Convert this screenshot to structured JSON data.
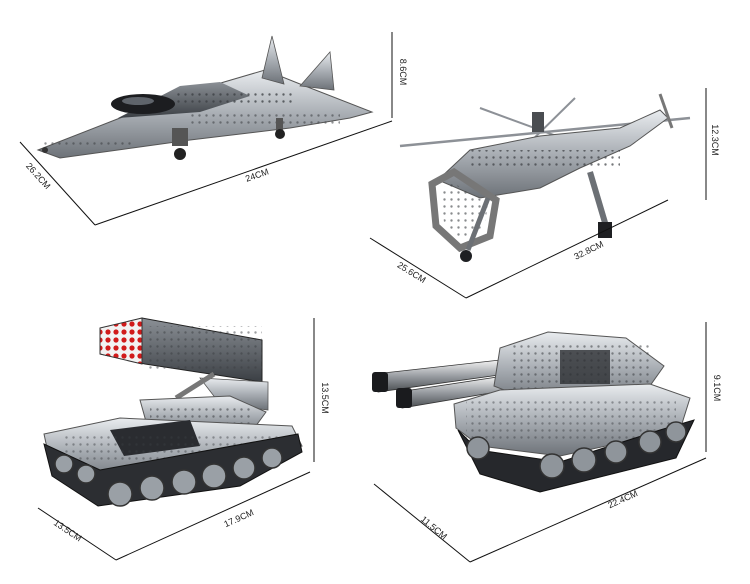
{
  "models": [
    {
      "name": "jet",
      "length": "24CM",
      "width": "26.2CM",
      "height": "8.6CM"
    },
    {
      "name": "helicopter",
      "length": "32.8CM",
      "width": "25.6CM",
      "height": "12.3CM"
    },
    {
      "name": "rocket-launcher",
      "length": "17.9CM",
      "width": "13.5CM",
      "height": "13.5CM"
    },
    {
      "name": "tank",
      "length": "22.4CM",
      "width": "11.5CM",
      "height": "9.1CM"
    }
  ]
}
